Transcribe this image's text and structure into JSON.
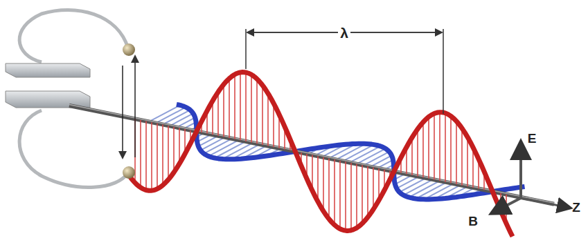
{
  "diagram": {
    "labels": [
      "λ",
      "E",
      "B",
      "Z"
    ]
  }
}
